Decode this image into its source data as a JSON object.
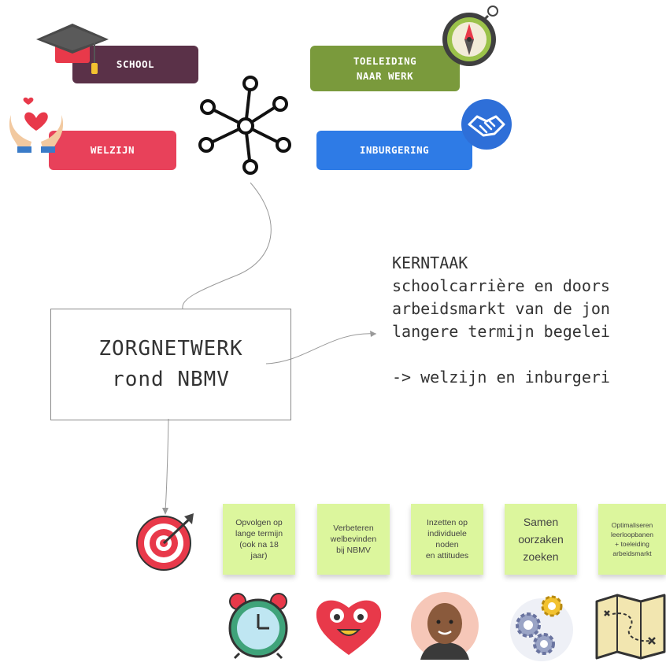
{
  "tags": {
    "school": "SCHOOL",
    "toeleiding": "TOELEIDING\nNAAR WERK",
    "welzijn": "WELZIJN",
    "inburgering": "INBURGERING"
  },
  "center_box": {
    "line1": "ZORGNETWERK",
    "line2": "rond NBMV"
  },
  "kerntaak": {
    "title": "KERNTAAK",
    "line1": "schoolcarrière en doors",
    "line2": "arbeidsmarkt van de jon",
    "line3": "langere termijn begelei",
    "line4": "-> welzijn en inburgeri"
  },
  "notes": [
    "Opvolgen op\nlange termijn\n(ook na 18\njaar)",
    "Verbeteren\nwelbevinden\nbij NBMV",
    "Inzetten op\nindividuele\nnoden\nen attitudes",
    "Samen\noorzaken\nzoeken",
    "Optimaliseren\nleerloopbanen\n+ toeleiding\narbeidsmarkt"
  ],
  "colors": {
    "school": "#5a3148",
    "toeleiding": "#7a9a3c",
    "welzijn": "#e8415a",
    "inburgering": "#2e7be6",
    "note": "#dcf69d"
  },
  "icons": [
    "graduation-cap-icon",
    "compass-icon",
    "caring-hands-heart-icon",
    "handshake-icon",
    "network-hub-icon",
    "target-icon",
    "alarm-clock-icon",
    "happy-heart-icon",
    "person-face-icon",
    "gears-icon",
    "treasure-map-icon"
  ]
}
